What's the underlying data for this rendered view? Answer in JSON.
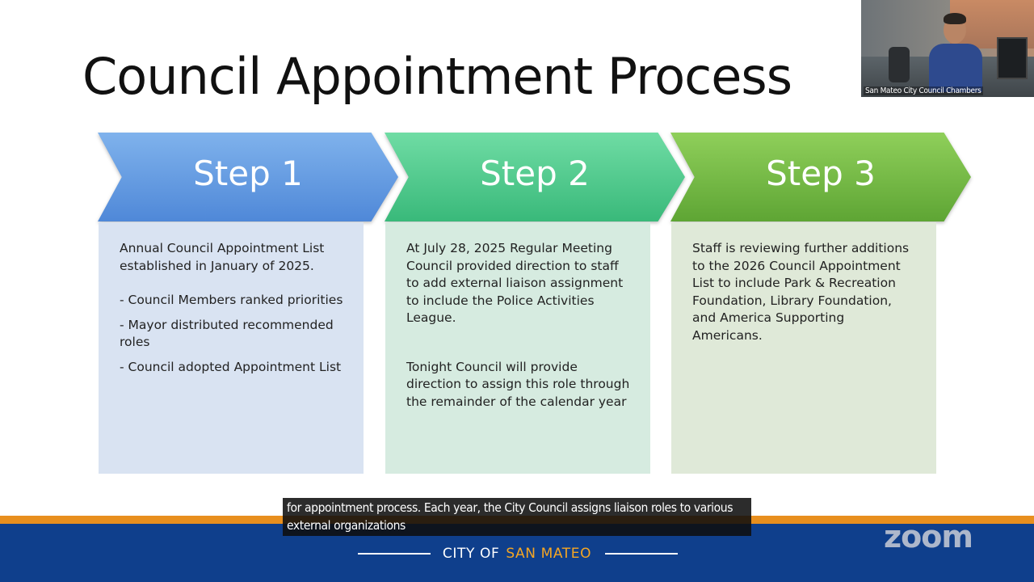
{
  "slide": {
    "title": "Council Appointment Process",
    "steps": [
      {
        "label": "Step 1",
        "color": "#5b93dd",
        "lines": [
          "Annual Council Appointment List established in January of 2025.",
          "- Council Members ranked priorities",
          "- Mayor distributed recommended roles",
          "- Council adopted Appointment List"
        ]
      },
      {
        "label": "Step 2",
        "color": "#45c488",
        "lines": [
          "At July 28, 2025 Regular Meeting Council provided direction to staff to add external liaison assignment to include the Police Activities League.",
          "Tonight Council will provide direction to assign this role through the remainder of the calendar year"
        ]
      },
      {
        "label": "Step 3",
        "color": "#6bb03d",
        "lines": [
          "Staff is reviewing further additions to the 2026 Council Appointment List to include Park & Recreation Foundation, Library Foundation, and America Supporting Americans."
        ]
      }
    ]
  },
  "video": {
    "caption": "San Mateo City Council Chambers"
  },
  "subtitle": {
    "text": "for appointment process. Each year, the City Council assigns liaison roles to various external organizations"
  },
  "footer": {
    "city_of": "CITY OF",
    "city_name": "SAN MATEO",
    "brand": "zoom",
    "colors": {
      "band": "#0f3f8c",
      "stripe": "#e88f1e",
      "accent": "#f5a623"
    }
  }
}
